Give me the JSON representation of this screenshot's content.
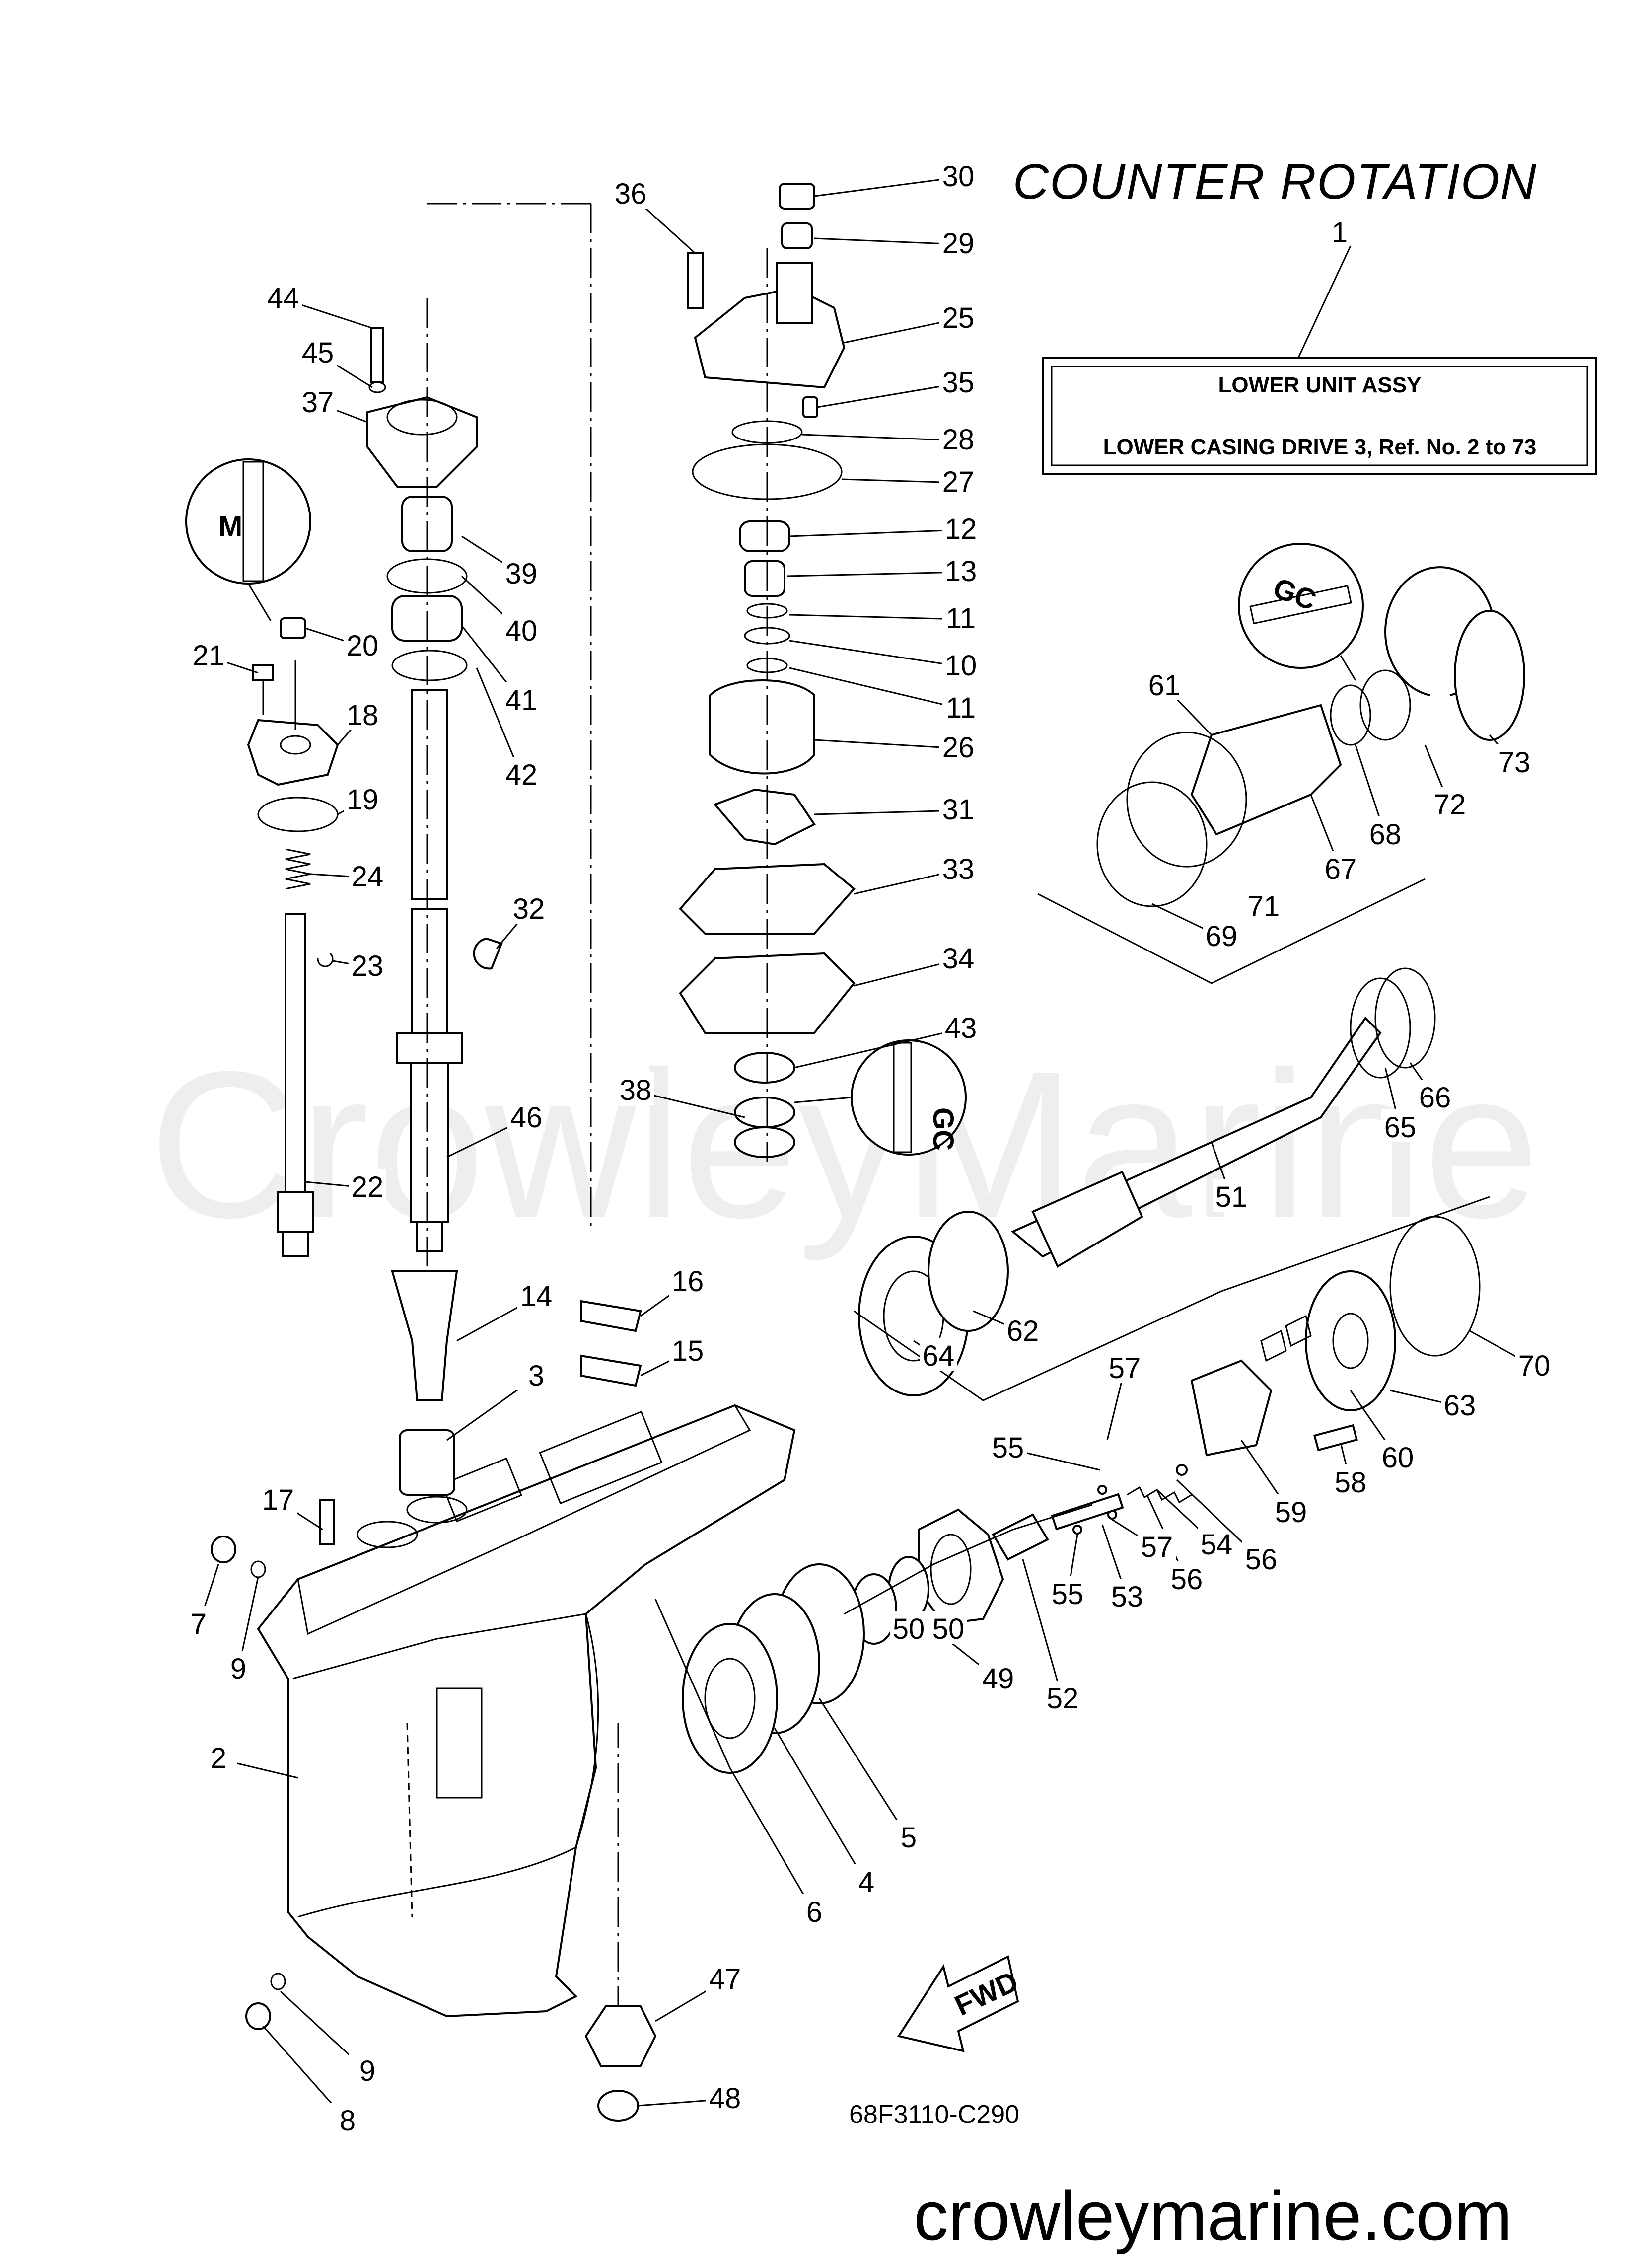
{
  "title": "COUNTER  ROTATION",
  "assembly_box": {
    "ref_number": "1",
    "line1": "LOWER  UNIT ASSY",
    "line2": "LOWER CASING DRIVE 3, Ref. No. 2 to 73"
  },
  "diagram_code": "68F3110-C290",
  "website": "crowleymarine.com",
  "watermark": "CrowleyMarine",
  "fwd_label": "FWD",
  "seal_marks": {
    "m_mark": "M",
    "gc_mark_top": "GC",
    "gc_mark_mid": "GC"
  },
  "callouts": [
    {
      "num": "2"
    },
    {
      "num": "3"
    },
    {
      "num": "4"
    },
    {
      "num": "5"
    },
    {
      "num": "6"
    },
    {
      "num": "7"
    },
    {
      "num": "8"
    },
    {
      "num": "9"
    },
    {
      "num": "9"
    },
    {
      "num": "10"
    },
    {
      "num": "11"
    },
    {
      "num": "11"
    },
    {
      "num": "12"
    },
    {
      "num": "13"
    },
    {
      "num": "14"
    },
    {
      "num": "15"
    },
    {
      "num": "16"
    },
    {
      "num": "17"
    },
    {
      "num": "18"
    },
    {
      "num": "19"
    },
    {
      "num": "20"
    },
    {
      "num": "21"
    },
    {
      "num": "22"
    },
    {
      "num": "23"
    },
    {
      "num": "24"
    },
    {
      "num": "25"
    },
    {
      "num": "26"
    },
    {
      "num": "27"
    },
    {
      "num": "28"
    },
    {
      "num": "29"
    },
    {
      "num": "30"
    },
    {
      "num": "31"
    },
    {
      "num": "32"
    },
    {
      "num": "33"
    },
    {
      "num": "34"
    },
    {
      "num": "35"
    },
    {
      "num": "36"
    },
    {
      "num": "37"
    },
    {
      "num": "38"
    },
    {
      "num": "39"
    },
    {
      "num": "40"
    },
    {
      "num": "41"
    },
    {
      "num": "42"
    },
    {
      "num": "43"
    },
    {
      "num": "44"
    },
    {
      "num": "45"
    },
    {
      "num": "46"
    },
    {
      "num": "47"
    },
    {
      "num": "48"
    },
    {
      "num": "49"
    },
    {
      "num": "50"
    },
    {
      "num": "50"
    },
    {
      "num": "51"
    },
    {
      "num": "52"
    },
    {
      "num": "53"
    },
    {
      "num": "54"
    },
    {
      "num": "55"
    },
    {
      "num": "55"
    },
    {
      "num": "56"
    },
    {
      "num": "56"
    },
    {
      "num": "57"
    },
    {
      "num": "57"
    },
    {
      "num": "58"
    },
    {
      "num": "59"
    },
    {
      "num": "60"
    },
    {
      "num": "61"
    },
    {
      "num": "62"
    },
    {
      "num": "63"
    },
    {
      "num": "64"
    },
    {
      "num": "65"
    },
    {
      "num": "66"
    },
    {
      "num": "67"
    },
    {
      "num": "68"
    },
    {
      "num": "69"
    },
    {
      "num": "70"
    },
    {
      "num": "71"
    },
    {
      "num": "72"
    },
    {
      "num": "73"
    }
  ]
}
